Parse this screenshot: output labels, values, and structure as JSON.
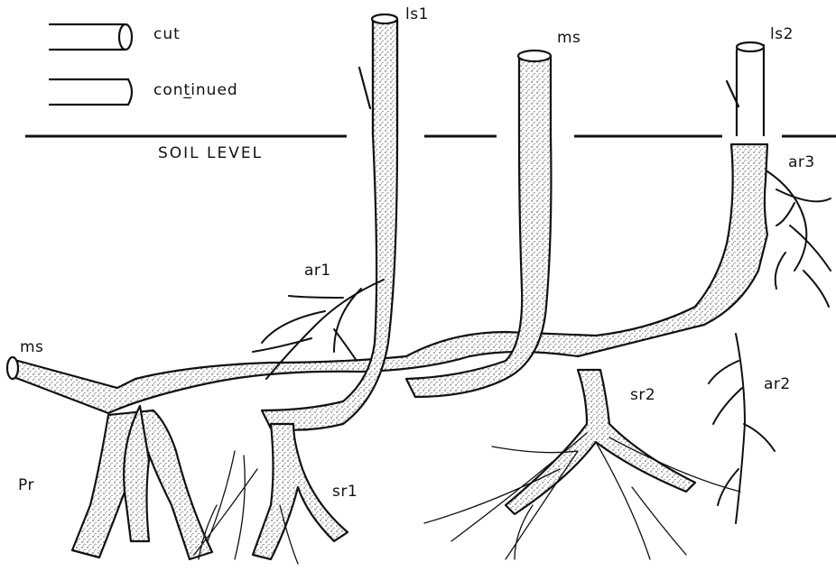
{
  "legend": {
    "cut_label": "cut",
    "continued_label": "cont̲inued"
  },
  "soil": {
    "label": "SOIL LEVEL"
  },
  "labels": {
    "ls1": "ls1",
    "ms_top": "ms",
    "ls2": "ls2",
    "ar3": "ar3",
    "ar1": "ar1",
    "ms_left": "ms",
    "sr2": "sr2",
    "ar2": "ar2",
    "pr": "Pr",
    "sr1": "sr1"
  }
}
